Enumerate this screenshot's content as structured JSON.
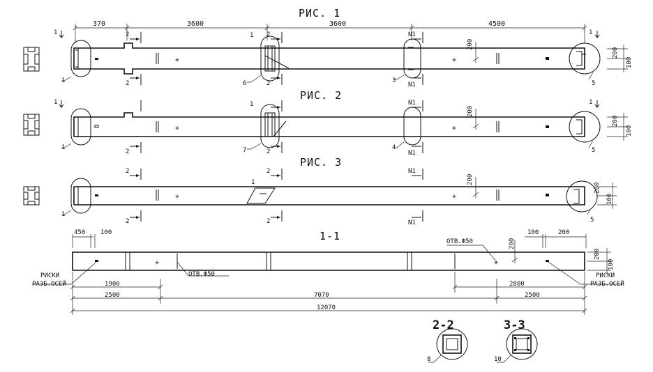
{
  "figures": {
    "fig1": "РИС. 1",
    "fig2": "РИС. 2",
    "fig3": "РИС. 3",
    "sec11": "1-1"
  },
  "dims_top": [
    "370",
    "3600",
    "3600",
    "4500"
  ],
  "dims_right": [
    "200",
    "100"
  ],
  "dims_200": "200",
  "fig2_right": [
    "200",
    "100"
  ],
  "fig3_right": [
    "200",
    "100"
  ],
  "sec_dims": {
    "left_a": "450",
    "left_b": "100",
    "right_a": "100",
    "right_b": "200",
    "h200": "200",
    "h100": "100",
    "hole_h": "200",
    "d1900": "1900",
    "d2800": "2800",
    "d2500a": "2500",
    "d7070": "7070",
    "d2500b": "2500",
    "d12070": "12070"
  },
  "notes": {
    "hole_left": "ОТВ.Ф50",
    "hole_right": "ОТВ.Ф50",
    "risk_left_1": "РИСКИ",
    "risk_left_2": "РАЗБ.ОСЕЙ",
    "risk_right_1": "РИСКИ",
    "risk_right_2": "РАЗБ.ОСЕЙ"
  },
  "cut_labels": {
    "one": "1",
    "two": "2",
    "n1": "N1"
  },
  "callouts": {
    "c1": "1",
    "c3": "3",
    "c4": "4",
    "c5": "5",
    "c6": "6",
    "c7": "7",
    "c8": "8",
    "c10": "10"
  },
  "sections": {
    "s22": "2-2",
    "s33": "3-3"
  }
}
